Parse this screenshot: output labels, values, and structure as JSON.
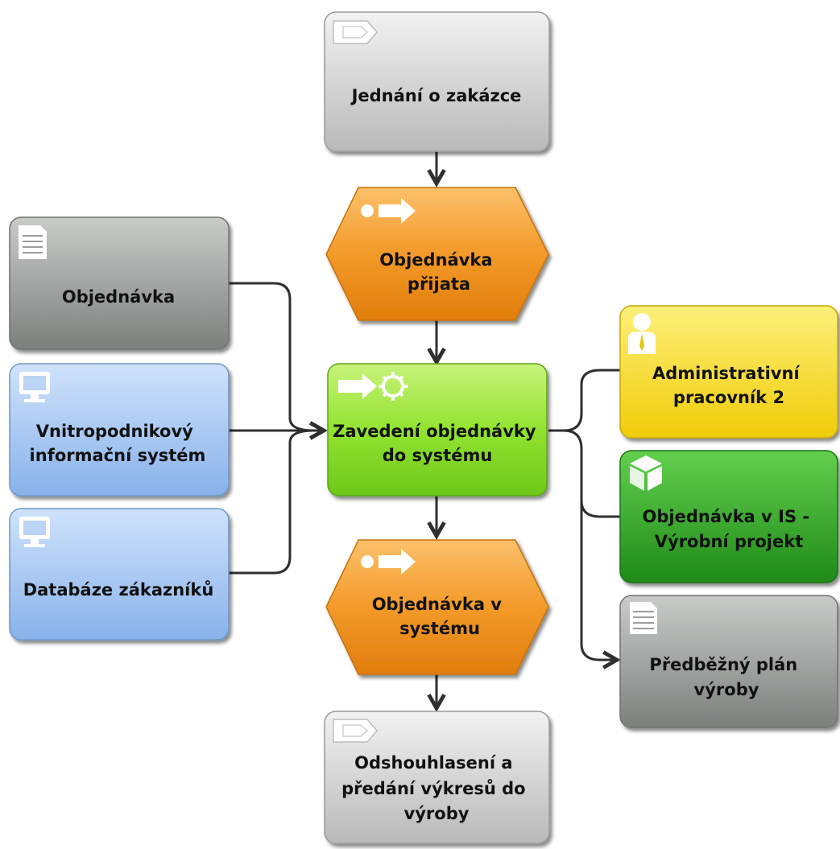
{
  "diagram": {
    "nodes": {
      "interface_top": {
        "lines": [
          "Jednání o zakázce"
        ]
      },
      "event_received": {
        "lines": [
          "Objednávka",
          "přijata"
        ]
      },
      "doc_order": {
        "lines": [
          "Objednávka"
        ]
      },
      "sys_internal": {
        "lines": [
          "Vnitropodnikový",
          "informační systém"
        ]
      },
      "sys_customers": {
        "lines": [
          "Databáze zákazníků"
        ]
      },
      "function_entry": {
        "lines": [
          "Zavedení objednávky",
          "do systému"
        ]
      },
      "role_admin": {
        "lines": [
          "Administrativní",
          "pracovník 2"
        ]
      },
      "object_project": {
        "lines": [
          "Objednávka v IS -",
          "Výrobní projekt"
        ]
      },
      "doc_plan": {
        "lines": [
          "Předběžný plán",
          "výroby"
        ]
      },
      "event_in_system": {
        "lines": [
          "Objednávka v",
          "systému"
        ]
      },
      "interface_bottom": {
        "lines": [
          "Odshouhlasení a",
          "předání výkresů do",
          "výroby"
        ]
      }
    },
    "colors": {
      "gray_light": "#d0d0d0",
      "gray_dark": "#8a8e8b",
      "orange": "#f08c1a",
      "green_light": "#86e02a",
      "green_dark": "#2f9e24",
      "yellow": "#f7dc12",
      "blue": "#9cc1ef",
      "connector": "#2f2f2f"
    }
  }
}
